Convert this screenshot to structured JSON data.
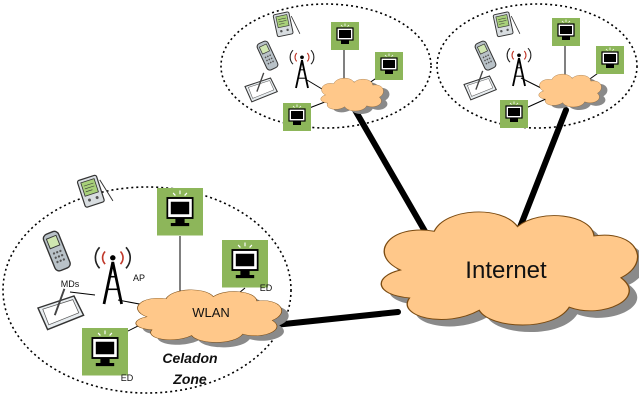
{
  "labels": {
    "internet": "Internet",
    "wlan": "WLAN",
    "ap": "AP",
    "mds": "MDs",
    "ed_right": "ED",
    "ed_bottom": "ED",
    "zone_line1": "Celadon",
    "zone_line2": "Zone"
  },
  "colors": {
    "cloud_fill": "#ffc88a",
    "cloud_shadow": "#8a8a8a",
    "ed_box": "#8db65a",
    "link": "#000000",
    "zone_border": "#000000"
  },
  "icons": {
    "access_point": "antenna-tower-icon",
    "end_device": "desktop-computer-icon",
    "mobile_devices": [
      "pda-icon",
      "mobile-phone-icon",
      "tablet-pen-icon"
    ]
  }
}
